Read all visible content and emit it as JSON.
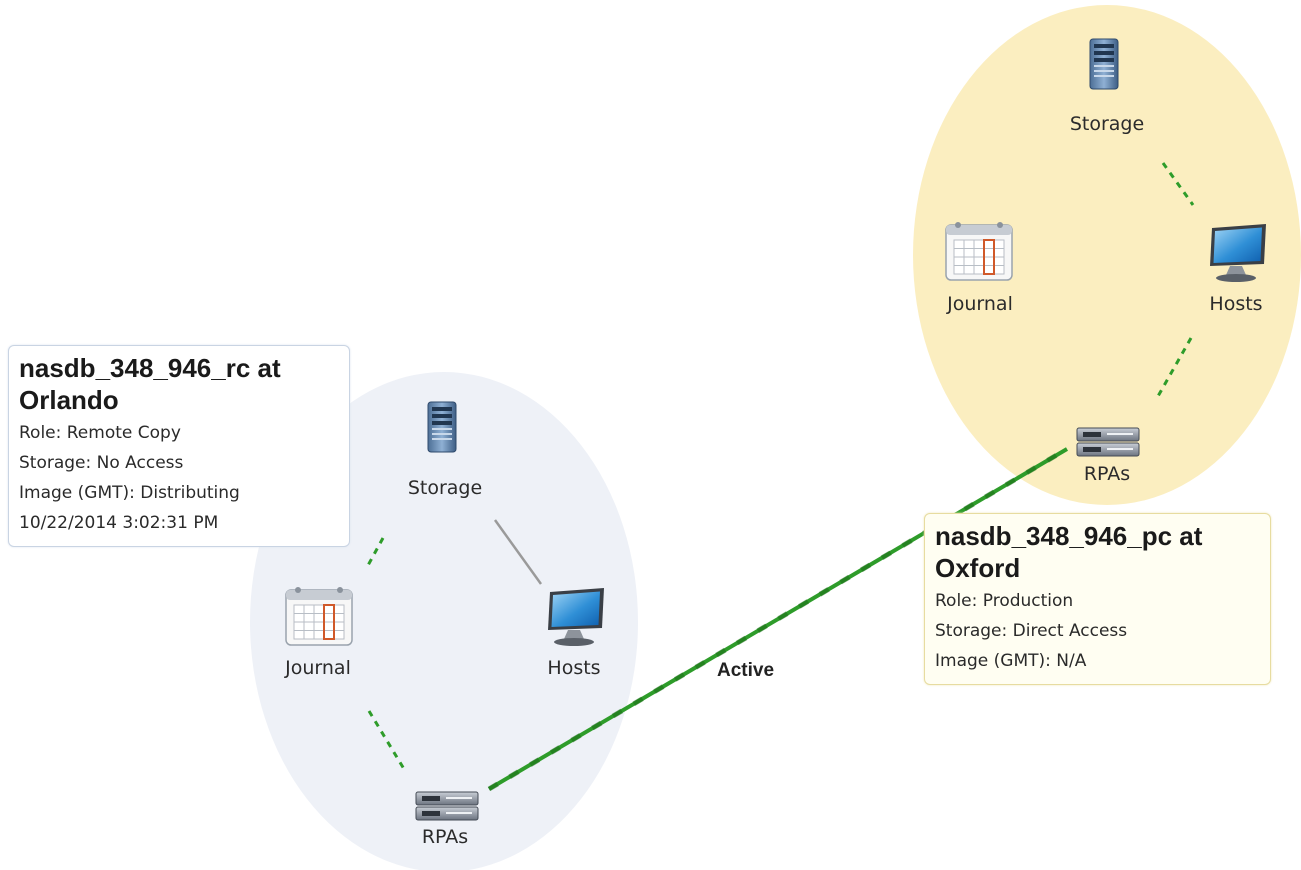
{
  "sites": {
    "remote": {
      "name": "nasdb_348_946_rc at",
      "location": "Orlando",
      "role": "Role: Remote Copy",
      "storage": "Storage: No Access",
      "image": "Image (GMT): Distributing",
      "timestamp": "10/22/2014 3:02:31 PM",
      "color": "#eef1f7",
      "nodes": {
        "storage": "Storage",
        "journal": "Journal",
        "hosts": "Hosts",
        "rpas": "RPAs"
      }
    },
    "production": {
      "name": "nasdb_348_946_pc at",
      "location": "Oxford",
      "role": "Role: Production",
      "storage": "Storage: Direct Access",
      "image": "Image (GMT): N/A",
      "color": "#fbeec0",
      "nodes": {
        "storage": "Storage",
        "journal": "Journal",
        "hosts": "Hosts",
        "rpas": "RPAs"
      }
    }
  },
  "link": {
    "label": "Active",
    "color": "#2e9c2a"
  },
  "icons": [
    "server-icon",
    "calendar-icon",
    "monitor-icon",
    "rpa-appliance-icon"
  ]
}
